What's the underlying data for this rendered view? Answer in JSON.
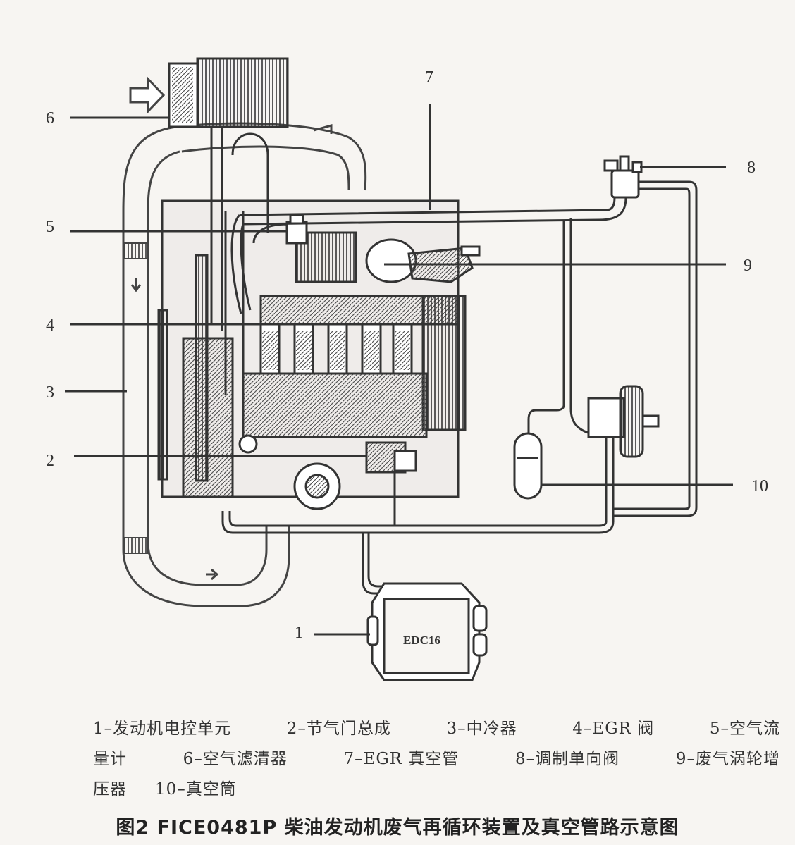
{
  "callouts": [
    {
      "id": "1",
      "label": "1"
    },
    {
      "id": "2",
      "label": "2"
    },
    {
      "id": "3",
      "label": "3"
    },
    {
      "id": "4",
      "label": "4"
    },
    {
      "id": "5",
      "label": "5"
    },
    {
      "id": "6",
      "label": "6"
    },
    {
      "id": "7",
      "label": "7"
    },
    {
      "id": "8",
      "label": "8"
    },
    {
      "id": "9",
      "label": "9"
    },
    {
      "id": "10",
      "label": "10"
    }
  ],
  "ecu_label": "EDC16",
  "legend": {
    "row1": [
      "1–发动机电控单元",
      "2–节气门总成",
      "3–中冷器",
      "4–EGR 阀",
      "5–空气流"
    ],
    "row2": [
      "量计",
      "6–空气滤清器",
      "7–EGR 真空管",
      "8–调制单向阀",
      "9–废气涡轮增"
    ],
    "row3": [
      "压器",
      "10–真空筒"
    ]
  },
  "caption": "图2  FICE0481P 柴油发动机废气再循环装置及真空管路示意图"
}
